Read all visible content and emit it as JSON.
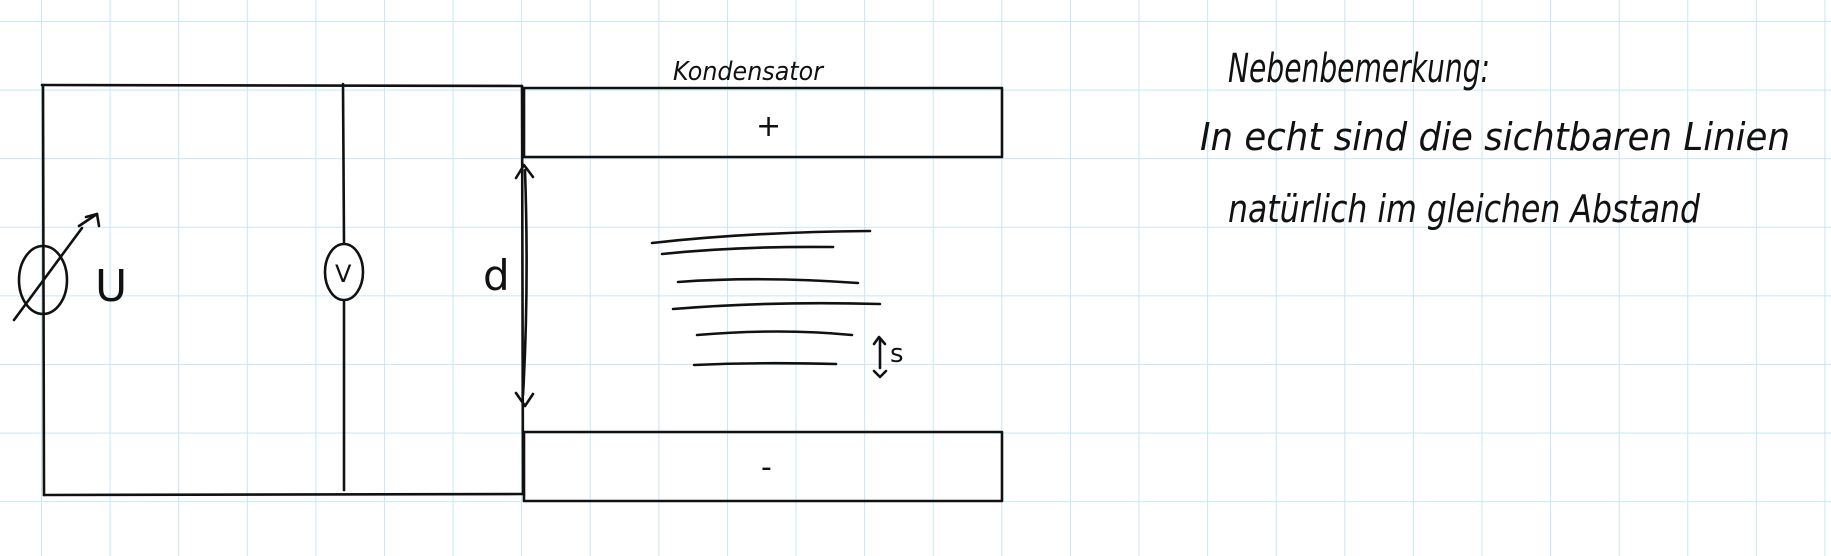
{
  "diagram": {
    "labels": {
      "kondensator": "Kondensator",
      "plus": "+",
      "minus": "-",
      "distance": "d",
      "voltage_source": "U",
      "voltmeter": "V",
      "spacing": "s"
    },
    "note": {
      "title": "Nebenbemerkung:",
      "line1": "In echt sind die sichtbaren Linien",
      "line2": "natürlich im gleichen Abstand"
    }
  }
}
